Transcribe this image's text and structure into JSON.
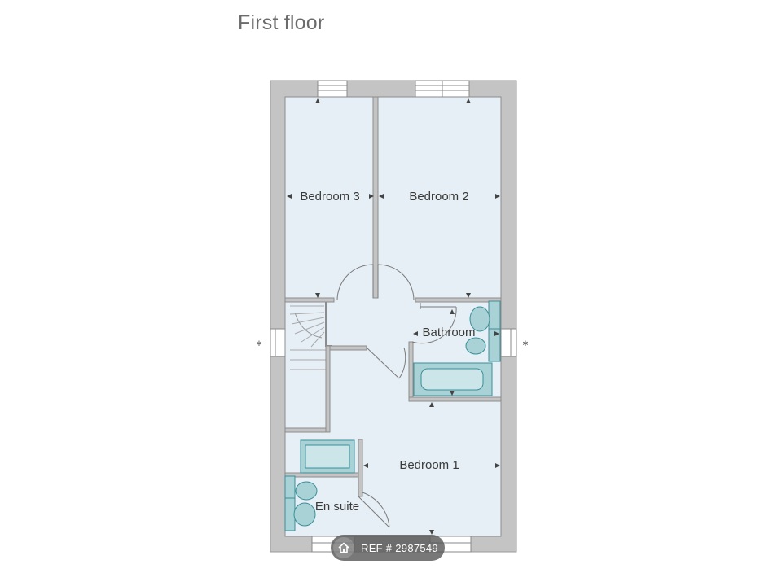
{
  "title": "First floor",
  "rooms": {
    "bedroom3": "Bedroom 3",
    "bedroom2": "Bedroom 2",
    "bathroom": "Bathroom",
    "bedroom1": "Bedroom 1",
    "ensuite": "En suite"
  },
  "marks": {
    "left": "*",
    "right": "*"
  },
  "badge": {
    "icon": "home-icon",
    "text": "REF # 2987549"
  },
  "colors": {
    "wall": "#c4c4c4",
    "floor": "#e6eff5",
    "fixture": "#a9d2d6",
    "fixture_edge": "#3c8f9a"
  }
}
